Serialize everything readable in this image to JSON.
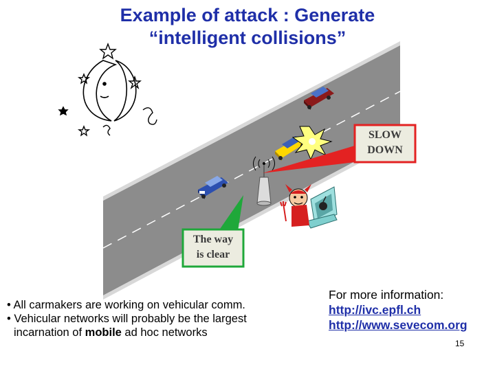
{
  "slide": {
    "title_line1": "Example of attack : Generate",
    "title_line2": "“intelligent collisions”",
    "callout_slow": [
      "SLOW",
      "DOWN"
    ],
    "callout_clear": [
      "The way",
      "is clear"
    ],
    "bullets": [
      "• All carmakers are working on vehicular comm.",
      "• Vehicular networks will probably be the largest",
      "incarnation of ",
      "mobile",
      " ad hoc networks"
    ],
    "info_heading": "For more information:",
    "links": [
      "http://ivc.epfl.ch",
      "http://www.sevecom.org"
    ],
    "page_number": "15",
    "colors": {
      "title": "#1f2fa8",
      "road": "#8c8c8c",
      "callout_red": "#e32222",
      "callout_green": "#1fa83a",
      "callout_fill": "#ecece0"
    },
    "icons": [
      "moon-icon",
      "star-icon",
      "car-icon",
      "antenna-icon",
      "devil-hacker-icon",
      "explosion-icon"
    ]
  }
}
